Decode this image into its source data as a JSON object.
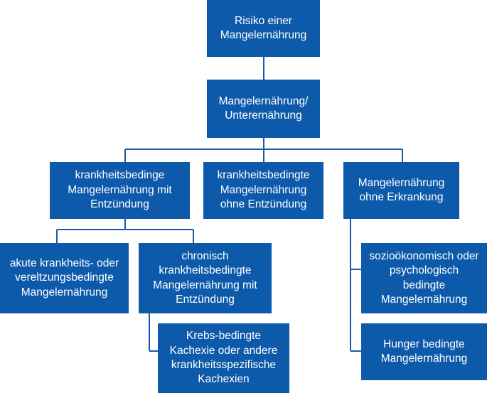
{
  "colors": {
    "box_fill": "#0d5aab",
    "box_text": "#ffffff",
    "connector": "#1a5aa6"
  },
  "nodes": {
    "root": "Risiko einer\nMangelernährung",
    "level1": "Mangelernährung/\nUnterernährung",
    "disease_with_inflammation": "krankheitsbedinge\nMangelernährung  mit\nEntzündung",
    "chronic_without_inflammation": "krankheitsbedingte\nMangelernährung\nohne Entzündung",
    "without_disease": "Mangelernährung\nohne Erkrankung",
    "acute": "akute krankheits- oder\nvereltzungsbedingte\nMangelernährung",
    "chronic_with_inflammation": "chronisch\nkrankheitsbedingte\nMangelernährung mit\nEntzündung",
    "cachexia": "Krebs-bedingte\nKachexie oder andere\nkrankheitsspezifische\nKachexien",
    "socioeconomic": "sozioökonomisch oder\npsychologisch\nbedingte\nMangelernährung",
    "hunger": "Hunger bedingte\nMangelernährung"
  }
}
